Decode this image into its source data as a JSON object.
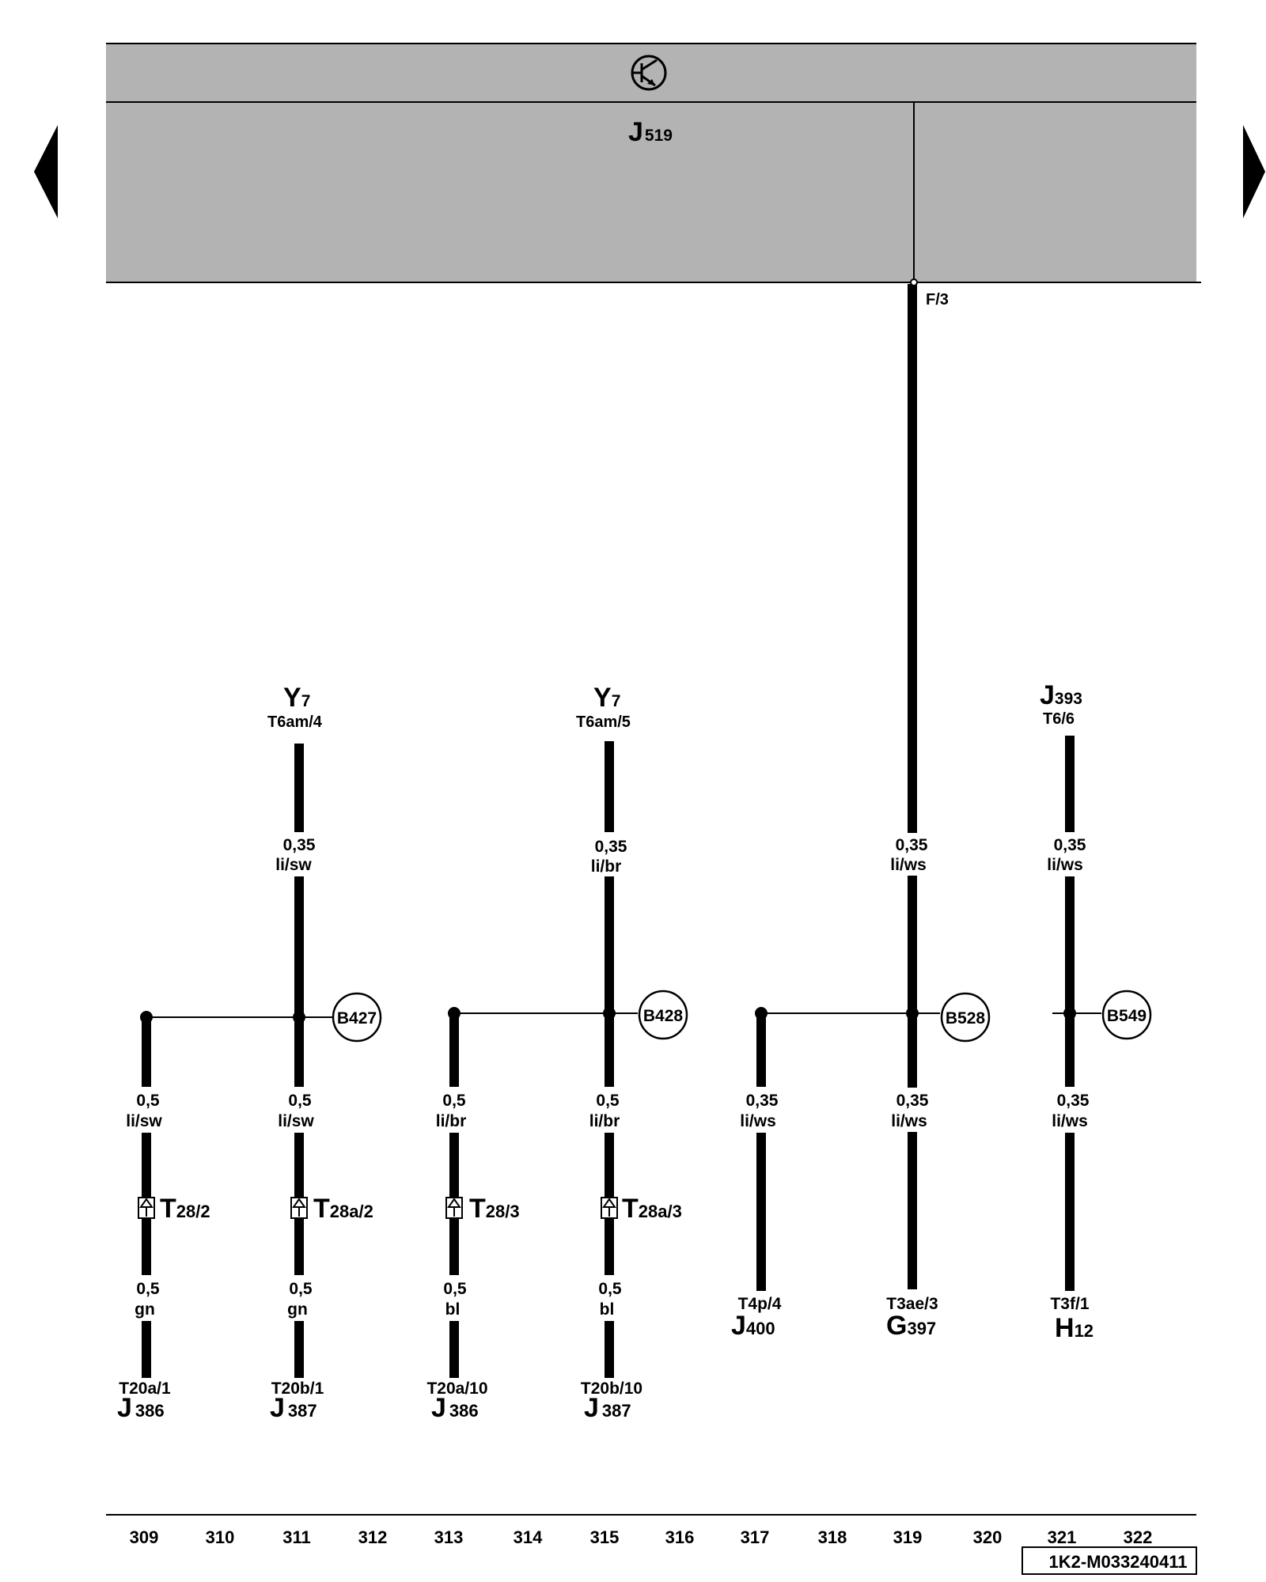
{
  "control_unit": {
    "label": "J",
    "sub": "519",
    "pin": "F/3"
  },
  "top_components": [
    {
      "id": "y7a",
      "label": "Y",
      "sub": "7",
      "pin": "T6am/4"
    },
    {
      "id": "y7b",
      "label": "Y",
      "sub": "7",
      "pin": "T6am/5"
    },
    {
      "id": "j393",
      "label": "J",
      "sub": "393",
      "pin": "T6/6"
    }
  ],
  "wire_labels": [
    {
      "id": "w1",
      "size": "0,35",
      "color": "li/sw"
    },
    {
      "id": "w2",
      "size": "0,35",
      "color": "li/br"
    },
    {
      "id": "w3",
      "size": "0,35",
      "color": "li/ws"
    },
    {
      "id": "w4",
      "size": "0,35",
      "color": "li/ws"
    },
    {
      "id": "w5",
      "size": "0,5",
      "color": "li/sw"
    },
    {
      "id": "w6",
      "size": "0,5",
      "color": "li/sw"
    },
    {
      "id": "w7",
      "size": "0,5",
      "color": "li/br"
    },
    {
      "id": "w8",
      "size": "0,5",
      "color": "li/br"
    },
    {
      "id": "w9",
      "size": "0,35",
      "color": "li/ws"
    },
    {
      "id": "w10",
      "size": "0,35",
      "color": "li/ws"
    },
    {
      "id": "w11",
      "size": "0,35",
      "color": "li/ws"
    },
    {
      "id": "w12",
      "size": "0,5",
      "color": "gn"
    },
    {
      "id": "w13",
      "size": "0,5",
      "color": "gn"
    },
    {
      "id": "w14",
      "size": "0,5",
      "color": "bl"
    },
    {
      "id": "w15",
      "size": "0,5",
      "color": "bl"
    }
  ],
  "splices": [
    "B427",
    "B428",
    "B528",
    "B549"
  ],
  "connectors": [
    {
      "label": "T",
      "sub": "28/2"
    },
    {
      "label": "T",
      "sub": "28a/2"
    },
    {
      "label": "T",
      "sub": "28/3"
    },
    {
      "label": "T",
      "sub": "28a/3"
    }
  ],
  "bottom_components": [
    {
      "pin": "T20a/1",
      "label": "J",
      "sub": "386"
    },
    {
      "pin": "T20b/1",
      "label": "J",
      "sub": "387"
    },
    {
      "pin": "T20a/10",
      "label": "J",
      "sub": "386"
    },
    {
      "pin": "T20b/10",
      "label": "J",
      "sub": "387"
    },
    {
      "pin": "T4p/4",
      "label": "J",
      "sub": "400"
    },
    {
      "pin": "T3ae/3",
      "label": "G",
      "sub": "397"
    },
    {
      "pin": "T3f/1",
      "label": "H",
      "sub": "12"
    }
  ],
  "tracks": [
    "309",
    "310",
    "311",
    "312",
    "313",
    "314",
    "315",
    "316",
    "317",
    "318",
    "319",
    "320",
    "321",
    "322"
  ],
  "diagram_code": "1K2-M033240411",
  "colors": {
    "panel": "#b3b3b3",
    "line": "#000000",
    "background": "#ffffff"
  },
  "icons": {
    "nav_prev": "triangle-left-icon",
    "nav_next": "triangle-right-icon",
    "ground_symbol": "transistor-symbol-icon",
    "connector": "connector-arrow-icon"
  }
}
